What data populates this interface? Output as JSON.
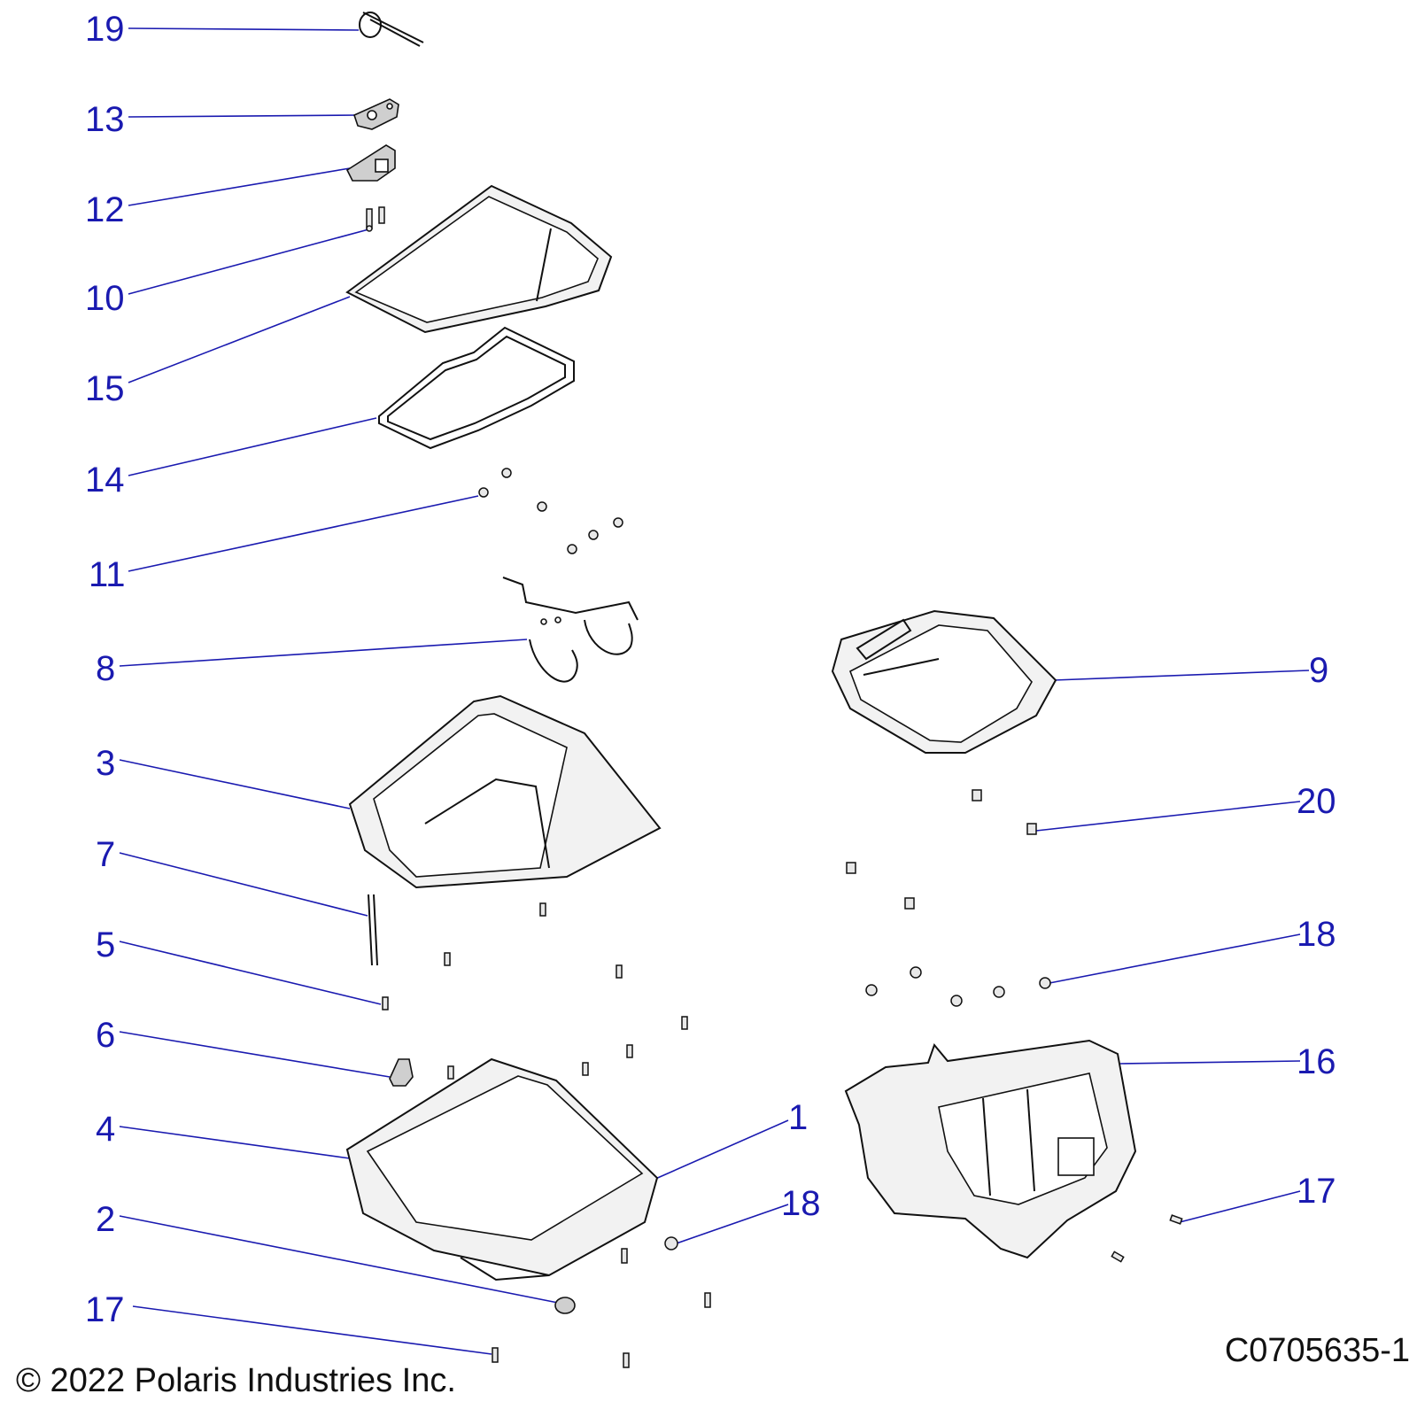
{
  "callouts": {
    "c19": "19",
    "c13": "13",
    "c12": "12",
    "c10": "10",
    "c15": "15",
    "c14": "14",
    "c11": "11",
    "c8": "8",
    "c3": "3",
    "c7": "7",
    "c5": "5",
    "c6": "6",
    "c4": "4",
    "c2": "2",
    "c17a": "17",
    "c1": "1",
    "c18a": "18",
    "c9": "9",
    "c20": "20",
    "c18b": "18",
    "c16": "16",
    "c17b": "17"
  },
  "footer": {
    "copyright": "© 2022 Polaris Industries Inc.",
    "code": "C0705635-1"
  },
  "colors": {
    "callout": "#1a1ab0",
    "line_art": "#111111",
    "part_fill": "#f2f2f2"
  }
}
